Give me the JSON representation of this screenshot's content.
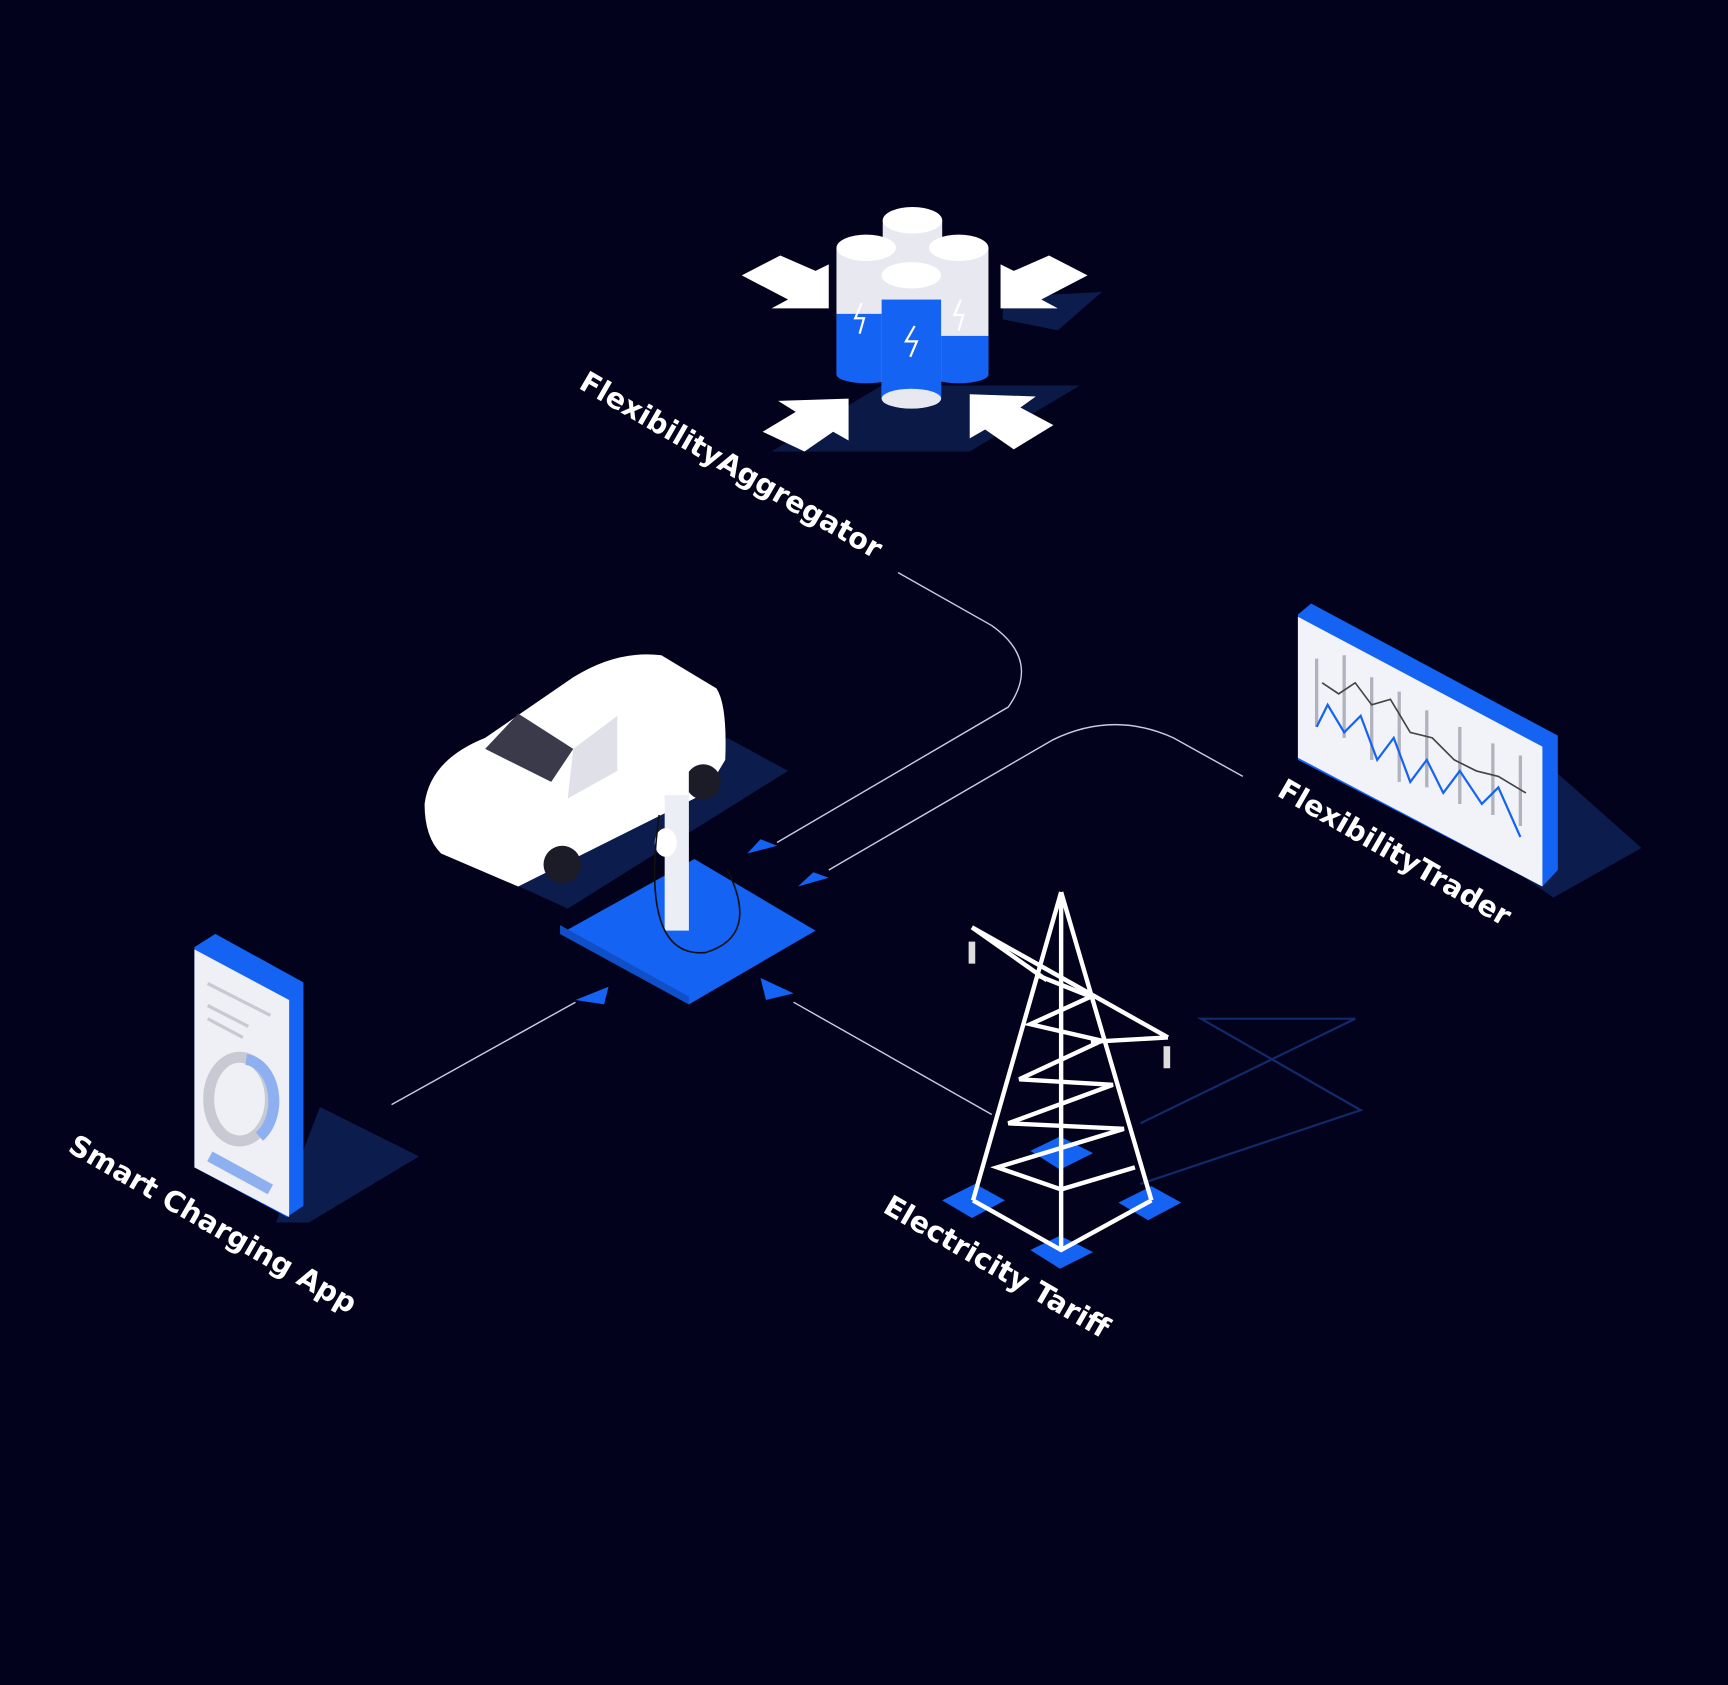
{
  "nodes": {
    "aggregator": {
      "label": "FlexibilityAggregator"
    },
    "trader": {
      "label": "FlexibilityTrader"
    },
    "app": {
      "label": "Smart Charging App"
    },
    "tariff": {
      "label": "Electricity Tariff"
    }
  },
  "colors": {
    "background": "#02021c",
    "accent": "#1463f3",
    "shadow": "#0c1c4d",
    "white": "#ffffff"
  }
}
